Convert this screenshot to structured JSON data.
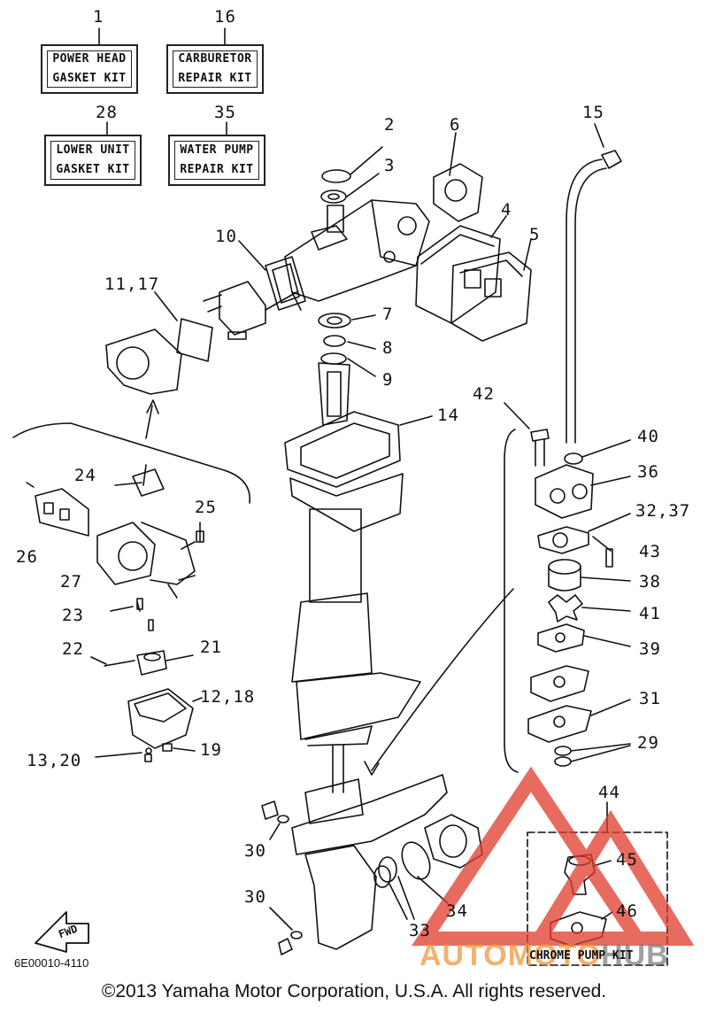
{
  "kits": [
    {
      "number": "1",
      "line1": "POWER HEAD",
      "line2": "GASKET KIT"
    },
    {
      "number": "16",
      "line1": "CARBURETOR",
      "line2": "REPAIR KIT"
    },
    {
      "number": "28",
      "line1": "LOWER UNIT",
      "line2": "GASKET KIT"
    },
    {
      "number": "35",
      "line1": "WATER PUMP",
      "line2": "REPAIR KIT"
    }
  ],
  "callouts": {
    "c2": "2",
    "c3": "3",
    "c4": "4",
    "c5": "5",
    "c6": "6",
    "c7": "7",
    "c8": "8",
    "c9": "9",
    "c10": "10",
    "c11": "11,17",
    "c12": "12,18",
    "c13": "13,20",
    "c14": "14",
    "c15": "15",
    "c19": "19",
    "c21": "21",
    "c22": "22",
    "c23": "23",
    "c24": "24",
    "c25": "25",
    "c26": "26",
    "c27": "27",
    "c29": "29",
    "c30a": "30",
    "c30b": "30",
    "c31": "31",
    "c32": "32,37",
    "c33": "33",
    "c34": "34",
    "c36": "36",
    "c38": "38",
    "c39": "39",
    "c40": "40",
    "c41": "41",
    "c42": "42",
    "c43": "43",
    "c44": "44",
    "c45": "45",
    "c46": "46"
  },
  "fwd_label": "FWD",
  "diagram_code": "6E00010-4110",
  "chrome_kit_label": "CHROME PUMP KIT",
  "watermark": {
    "part1": "AUTOMOTO",
    "part2": "HUB",
    "color_main": "#e03a2a",
    "color_text": "#f0963c"
  },
  "copyright": "©2013 Yamaha Motor Corporation, U.S.A. All rights reserved."
}
